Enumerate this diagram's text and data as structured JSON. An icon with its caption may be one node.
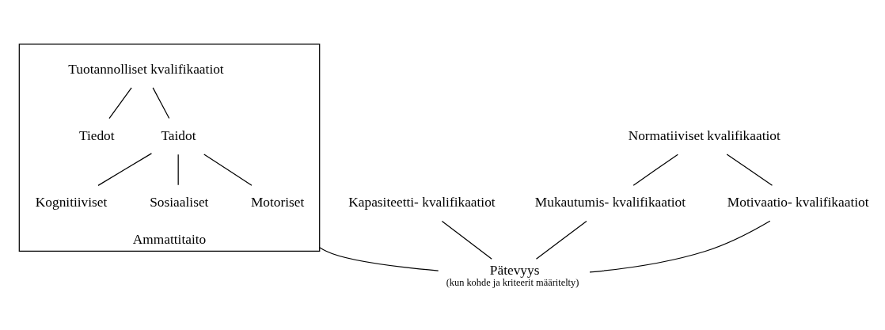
{
  "diagram": {
    "nodes": [
      {
        "text": [
          "Ammattitaito"
        ]
      },
      {
        "text": [
          "Tuotannolliset kvalifikaatiot"
        ],
        "in": 0
      },
      {
        "text": [
          "Tiedot"
        ],
        "in": 0
      },
      {
        "text": [
          "Taidot"
        ],
        "in": 0
      },
      {
        "text": [
          "Kognitiiviset"
        ],
        "in": 0
      },
      {
        "text": [
          "Sosiaaliset"
        ],
        "in": 0
      },
      {
        "text": [
          "Motoriset"
        ],
        "in": 0
      },
      {
        "text": [
          "Kapasiteetti- kvalifikaatiot"
        ]
      },
      {
        "text": [
          "Normatiiviset kvalifikaatiot"
        ]
      },
      {
        "text": [
          "Mukautumis- kvalifikaatiot"
        ]
      },
      {
        "text": [
          "Motivaatio- kvalifikaatiot"
        ]
      },
      {
        "text": [
          "Pätevyys"
        ],
        "beside": [
          "(kun kohde ja kriteerit määritelty)"
        ]
      }
    ],
    "edges": [
      {
        "from": 1,
        "to": 2,
        "arrow": "none"
      },
      {
        "from": 1,
        "to": 3,
        "arrow": "none"
      },
      {
        "from": 3,
        "to": 4,
        "arrow": "none"
      },
      {
        "from": 3,
        "to": 5,
        "arrow": "none"
      },
      {
        "from": 3,
        "to": 6,
        "arrow": "none"
      },
      {
        "from": 7,
        "to": 11,
        "arrow": "none"
      },
      {
        "from": 8,
        "to": 9,
        "arrow": "none"
      },
      {
        "from": 8,
        "to": 10,
        "arrow": "none"
      },
      {
        "from": 9,
        "to": 11,
        "arrow": "none"
      },
      {
        "from": 10,
        "to": 11,
        "arrow": "none"
      },
      {
        "from": 0,
        "to": 11,
        "arrow": "none"
      }
    ]
  }
}
